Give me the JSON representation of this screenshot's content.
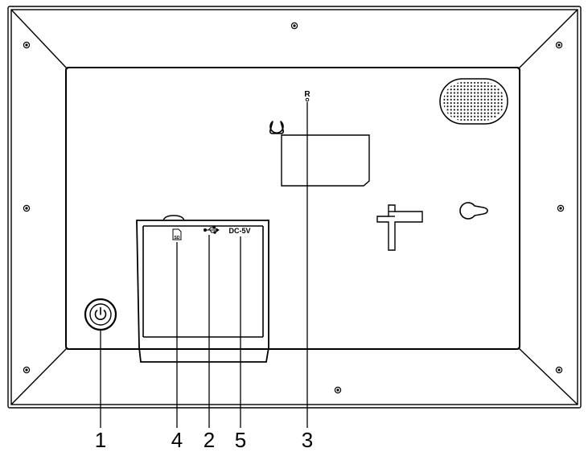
{
  "diagram": {
    "port_labels": {
      "dc_input": "DC-5V",
      "reset": "R",
      "sd_card": "SD"
    },
    "callouts": [
      {
        "id": "power",
        "number": "1"
      },
      {
        "id": "usb",
        "number": "2"
      },
      {
        "id": "reset",
        "number": "3"
      },
      {
        "id": "sd",
        "number": "4"
      },
      {
        "id": "dc",
        "number": "5"
      }
    ],
    "colors": {
      "line": "#000000",
      "background": "#ffffff"
    },
    "icons": {
      "power": "power-icon",
      "usb": "usb-icon",
      "sd": "sd-card-icon",
      "speaker": "speaker-grille"
    }
  }
}
